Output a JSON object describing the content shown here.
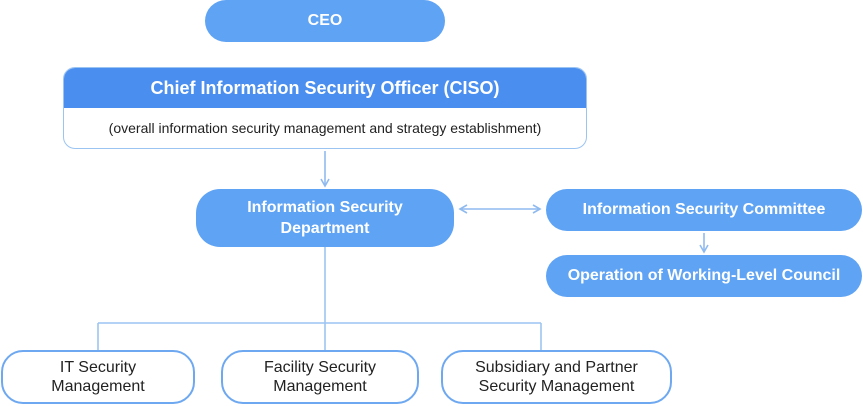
{
  "ceo": "CEO",
  "ciso": {
    "title": "Chief Information Security Officer (CISO)",
    "subtitle": "(overall information security management and strategy establishment)"
  },
  "department": {
    "line1": "Information Security",
    "line2": "Department"
  },
  "committee": "Information Security Committee",
  "council": "Operation of Working-Level Council",
  "units": [
    {
      "line1": "IT Security",
      "line2": "Management"
    },
    {
      "line1": "Facility Security",
      "line2": "Management"
    },
    {
      "line1": "Subsidiary and Partner",
      "line2": "Security Management"
    }
  ],
  "colors": {
    "primary": "#4a8ef0",
    "light": "#5fa3f4",
    "outline": "#6ea8f0",
    "connector": "#9cc4f2"
  }
}
